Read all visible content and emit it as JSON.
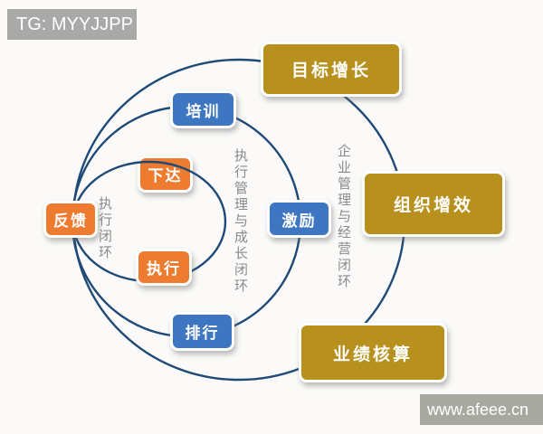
{
  "watermarks": {
    "top_left": "TG: MYYJJPP",
    "bottom_right": "www.afeee.cn"
  },
  "diagram": {
    "title": "closed-loop management rings",
    "colors": {
      "orange": "#ed7c30",
      "blue": "#3e76c1",
      "gold": "#b7901d",
      "ring_stroke": "#1f4977",
      "label_gray": "#8a8a8a",
      "background": "#fbfaf8"
    },
    "nodes": [
      {
        "id": "feedback",
        "label": "反馈",
        "color": "orange"
      },
      {
        "id": "assign",
        "label": "下达",
        "color": "orange"
      },
      {
        "id": "execute",
        "label": "执行",
        "color": "orange"
      },
      {
        "id": "training",
        "label": "培训",
        "color": "blue"
      },
      {
        "id": "incentive",
        "label": "激励",
        "color": "blue"
      },
      {
        "id": "ranking",
        "label": "排行",
        "color": "blue"
      },
      {
        "id": "goal-growth",
        "label": "目标增长",
        "color": "gold"
      },
      {
        "id": "org-efficiency",
        "label": "组织增效",
        "color": "gold"
      },
      {
        "id": "performance-account",
        "label": "业绩核算",
        "color": "gold"
      }
    ],
    "ring_labels": [
      {
        "id": "inner-ring-label",
        "label": "执行闭环"
      },
      {
        "id": "middle-ring-label",
        "label": "执行管理与成长闭环"
      },
      {
        "id": "outer-ring-label",
        "label": "企业管理与经营闭环"
      }
    ]
  }
}
